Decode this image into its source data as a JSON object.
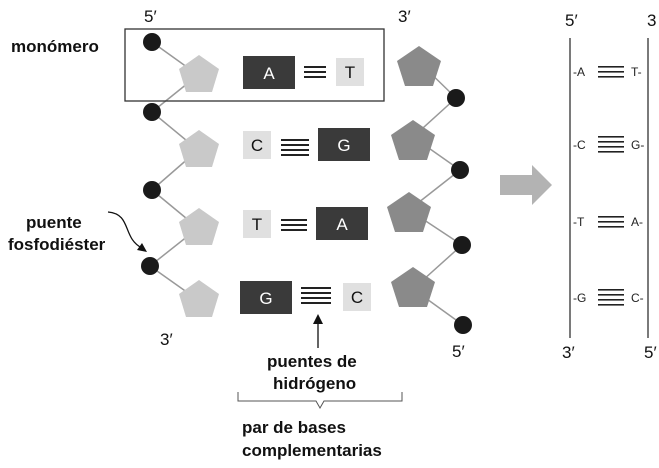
{
  "labels": {
    "top_left_5": "5′",
    "top_mid_3": "3′",
    "bottom_left_3": "3′",
    "bottom_mid_5": "5′",
    "monomer": "monómero",
    "phosphodiester_line1": "puente",
    "phosphodiester_line2": "fosfodiéster",
    "hydrogen_line1": "puentes de",
    "hydrogen_line2": "hidrógeno",
    "pair_line1": "par de bases",
    "pair_line2": "complementarias",
    "right_top_5": "5′",
    "right_top_3": "3",
    "right_bottom_3": "3′",
    "right_bottom_5": "5′"
  },
  "strand_pairs": [
    {
      "left": "A",
      "right": "T"
    },
    {
      "left": "C",
      "right": "G"
    },
    {
      "left": "T",
      "right": "A"
    },
    {
      "left": "G",
      "right": "C"
    }
  ],
  "simplified_pairs": [
    {
      "left": "-A",
      "right": "T-"
    },
    {
      "left": "-C",
      "right": "G-"
    },
    {
      "left": "-T",
      "right": "A-"
    },
    {
      "left": "-G",
      "right": "C-"
    }
  ],
  "colors": {
    "dark_base": "#3a3a3a",
    "light_base": "#e0e0e0",
    "left_sugar": "#c9c9c9",
    "right_sugar": "#8a8a8a",
    "phosphate": "#1a1a1a",
    "arrow": "#b3b3b3"
  }
}
